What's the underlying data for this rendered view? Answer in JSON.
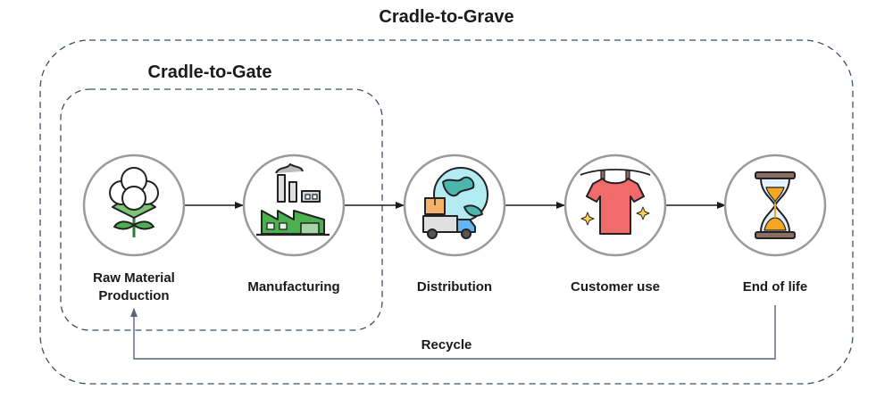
{
  "titles": {
    "outer": "Cradle-to-Grave",
    "inner": "Cradle-to-Gate"
  },
  "stages": [
    {
      "label_line1": "Raw Material",
      "label_line2": "Production",
      "icon": "cotton-plant-icon"
    },
    {
      "label": "Manufacturing",
      "icon": "factory-icon"
    },
    {
      "label": "Distribution",
      "icon": "delivery-truck-globe-icon"
    },
    {
      "label": "Customer use",
      "icon": "t-shirt-icon"
    },
    {
      "label": "End of life",
      "icon": "hourglass-icon"
    }
  ],
  "recycle_label": "Recycle",
  "colors": {
    "dashed_border": "#3e4e66",
    "arrow": "#1a1a1a",
    "recycle_arrow": "#55647a",
    "circle_stroke": "#9a9a9a",
    "green": "#4caf50",
    "shirt": "#f26b6b",
    "globe": "#4db6ac",
    "sand": "#f5a623"
  }
}
